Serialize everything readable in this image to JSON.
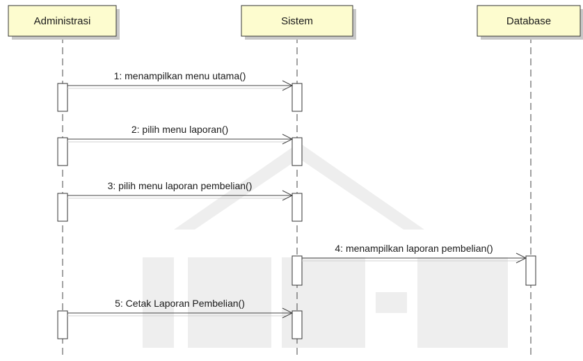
{
  "diagram": {
    "type": "uml-sequence",
    "colors": {
      "header_fill": "#fdfccf",
      "border": "#333333",
      "lifeline": "#444444",
      "activation_fill": "#ffffff",
      "arrow": "#444444",
      "watermark": "#eeeeee"
    },
    "lifelines": [
      {
        "id": "admin",
        "label": "Administrasi"
      },
      {
        "id": "sistem",
        "label": "Sistem"
      },
      {
        "id": "database",
        "label": "Database"
      }
    ],
    "messages": [
      {
        "from": "admin",
        "to": "sistem",
        "label": "1: menampilkan menu utama()"
      },
      {
        "from": "admin",
        "to": "sistem",
        "label": "2: pilih menu laporan()"
      },
      {
        "from": "admin",
        "to": "sistem",
        "label": "3: pilih menu laporan pembelian()"
      },
      {
        "from": "sistem",
        "to": "database",
        "label": "4: menampilkan laporan pembelian()"
      },
      {
        "from": "admin",
        "to": "sistem",
        "label": "5: Cetak Laporan Pembelian()"
      }
    ]
  }
}
